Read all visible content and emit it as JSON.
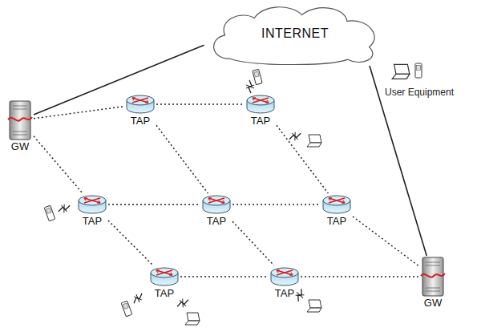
{
  "diagram": {
    "nodes": [
      {
        "text": [
          "INTERNET"
        ]
      },
      {
        "text": [
          "GW"
        ]
      },
      {
        "text": [
          "TAP"
        ]
      },
      {
        "text": [
          "TAP"
        ]
      },
      {
        "text": [
          "TAP"
        ]
      },
      {
        "text": [
          "TAP"
        ]
      },
      {
        "text": [
          "TAP"
        ]
      },
      {
        "text": [
          "TAP"
        ]
      },
      {
        "text": [
          "TAP"
        ]
      },
      {
        "text": [
          "GW"
        ]
      }
    ],
    "edges": [
      {
        "from": 0,
        "to": 1,
        "arrow": "none"
      },
      {
        "from": 0,
        "to": 9,
        "arrow": "none"
      },
      {
        "from": 1,
        "to": 2,
        "arrow": "none"
      },
      {
        "from": 2,
        "to": 3,
        "arrow": "none"
      },
      {
        "from": 1,
        "to": 4,
        "arrow": "none"
      },
      {
        "from": 2,
        "to": 5,
        "arrow": "none"
      },
      {
        "from": 3,
        "to": 6,
        "arrow": "none"
      },
      {
        "from": 4,
        "to": 5,
        "arrow": "none"
      },
      {
        "from": 5,
        "to": 6,
        "arrow": "none"
      },
      {
        "from": 4,
        "to": 7,
        "arrow": "none"
      },
      {
        "from": 5,
        "to": 8,
        "arrow": "none"
      },
      {
        "from": 6,
        "to": 9,
        "arrow": "none"
      },
      {
        "from": 7,
        "to": 8,
        "arrow": "none"
      },
      {
        "from": 8,
        "to": 9,
        "arrow": "none"
      }
    ],
    "labels": [
      "User Equipment"
    ]
  }
}
